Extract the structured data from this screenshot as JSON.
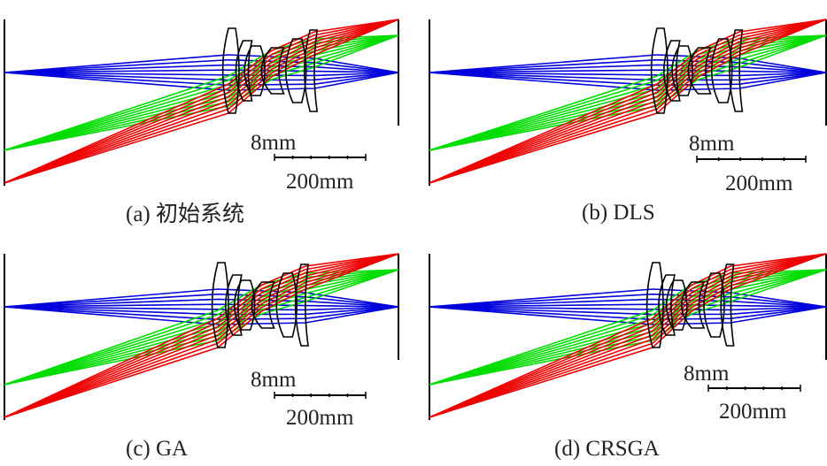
{
  "colors": {
    "on_axis": "#0000dd",
    "mid_field": "#00dd00",
    "full_field": "#ee0000",
    "lens": "#000000"
  },
  "panels": [
    {
      "id": "a",
      "caption": "(a) 初始系统",
      "scale_top": "8mm",
      "scale_bottom": "200mm"
    },
    {
      "id": "b",
      "caption": "(b) DLS",
      "scale_top": "8mm",
      "scale_bottom": "200mm"
    },
    {
      "id": "c",
      "caption": "(c) GA",
      "scale_top": "8mm",
      "scale_bottom": "200mm"
    },
    {
      "id": "d",
      "caption": "(d) CRSGA",
      "scale_top": "8mm",
      "scale_bottom": "200mm"
    }
  ]
}
